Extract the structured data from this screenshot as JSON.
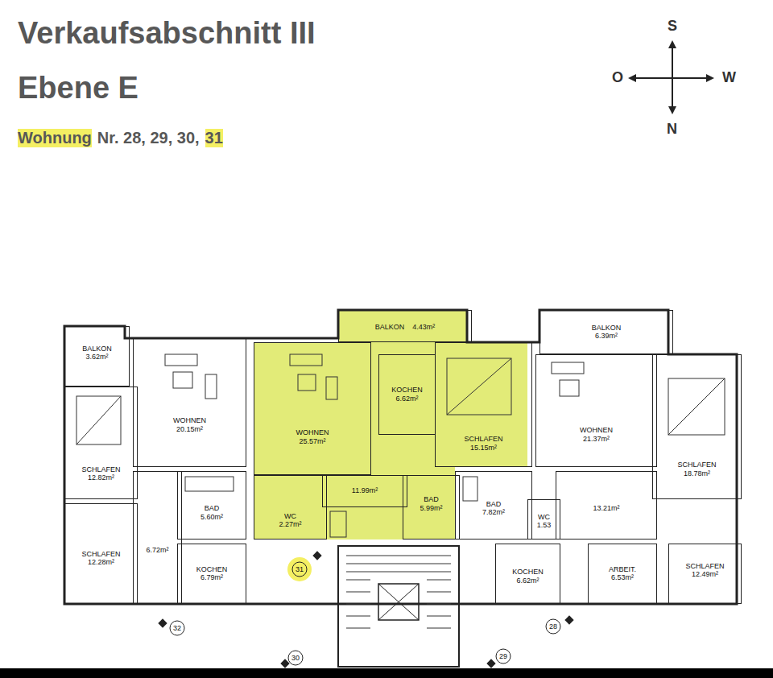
{
  "diagram": {
    "title": "Verkaufsabschnitt III",
    "nodes": [
      {
        "text": [
          "BALKON",
          "3.62m²"
        ]
      },
      {
        "text": [
          "WOHNEN",
          "20.15m²"
        ]
      },
      {
        "text": [
          "SCHLAFEN",
          "12.82m²"
        ]
      },
      {
        "text": [
          "BAD",
          "5.60m²"
        ]
      },
      {
        "text": [
          "6.72m²"
        ]
      },
      {
        "text": [
          "SCHLAFEN",
          "12.28m²"
        ]
      },
      {
        "text": [
          "KOCHEN",
          "6.79m²"
        ]
      },
      {
        "text": [
          "BALKON",
          "4.43m²"
        ]
      },
      {
        "text": [
          "WOHNEN",
          "25.57m²"
        ]
      },
      {
        "text": [
          "KOCHEN",
          "6.62m²"
        ]
      },
      {
        "text": [
          "SCHLAFEN",
          "15.15m²"
        ]
      },
      {
        "text": [
          "11.99m²"
        ]
      },
      {
        "text": [
          "WC",
          "2.27m²"
        ]
      },
      {
        "text": [
          "BAD",
          "5.99m²"
        ]
      },
      {
        "text": [
          "BAD",
          "7.82m²"
        ]
      },
      {
        "text": [
          "WC",
          "1.53"
        ]
      },
      {
        "text": [
          "BALKON",
          "6.39m²"
        ]
      },
      {
        "text": [
          "WOHNEN",
          "21.37m²"
        ]
      },
      {
        "text": [
          "SCHLAFEN",
          "18.78m²"
        ]
      },
      {
        "text": [
          "13.21m²"
        ]
      },
      {
        "text": [
          "KOCHEN",
          "6.62m²"
        ]
      },
      {
        "text": [
          "ARBEIT.",
          "6.53m²"
        ]
      },
      {
        "text": [
          "SCHLAFEN",
          "12.49m²"
        ]
      }
    ],
    "labels": [
      "Ebene E",
      "Wohnung",
      "Nr. 28, 29, 30,",
      "31",
      "S",
      "O",
      "W",
      "N",
      "31",
      "32",
      "30",
      "29",
      "28"
    ]
  }
}
